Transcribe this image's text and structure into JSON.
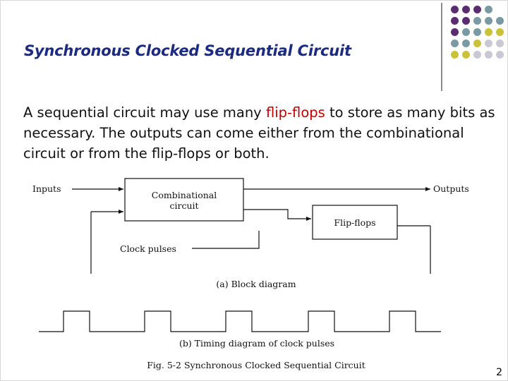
{
  "slide": {
    "title": "Synchronous Clocked Sequential Circuit",
    "body": {
      "before": "A sequential circuit  may use many ",
      "highlight": "flip-flops",
      "after": " to store as many bits as necessary. The outputs can come either from the combinational circuit or from the flip-flops or both."
    },
    "page_number": "2"
  },
  "diagram": {
    "inputs_label": "Inputs",
    "outputs_label": "Outputs",
    "combinational_line1": "Combinational",
    "combinational_line2": "circuit",
    "flipflops_label": "Flip-flops",
    "clock_label": "Clock pulses",
    "caption_a": "(a) Block diagram",
    "caption_b": "(b) Timing diagram of clock pulses",
    "figure_caption": "Fig. 5-2  Synchronous Clocked Sequential Circuit"
  },
  "theme": {
    "title_color": "#1c2a80",
    "highlight_color": "#c00000",
    "dot_colors": [
      "#5b2c6f",
      "#7a9aa3",
      "#c9c33b",
      "#c9c9d6"
    ]
  }
}
